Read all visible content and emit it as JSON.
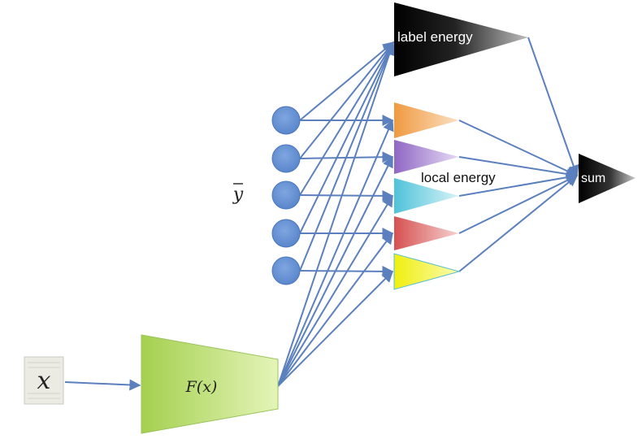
{
  "labels": {
    "input": "x",
    "feature": "F(x)",
    "y_bar": "y",
    "label_energy": "label energy",
    "local_energy": "local energy",
    "sum": "sum"
  },
  "nodes": {
    "y_count": 5,
    "local_energy_colors": [
      "#f0a04b",
      "#9b6fc9",
      "#5bc8dc",
      "#dc5c5c",
      "#f2f21a"
    ]
  },
  "colors": {
    "edge": "#5b80bd",
    "node_fill": "#6a95d6",
    "feature_fill": "#b5da64",
    "energy_block": "#111111"
  }
}
